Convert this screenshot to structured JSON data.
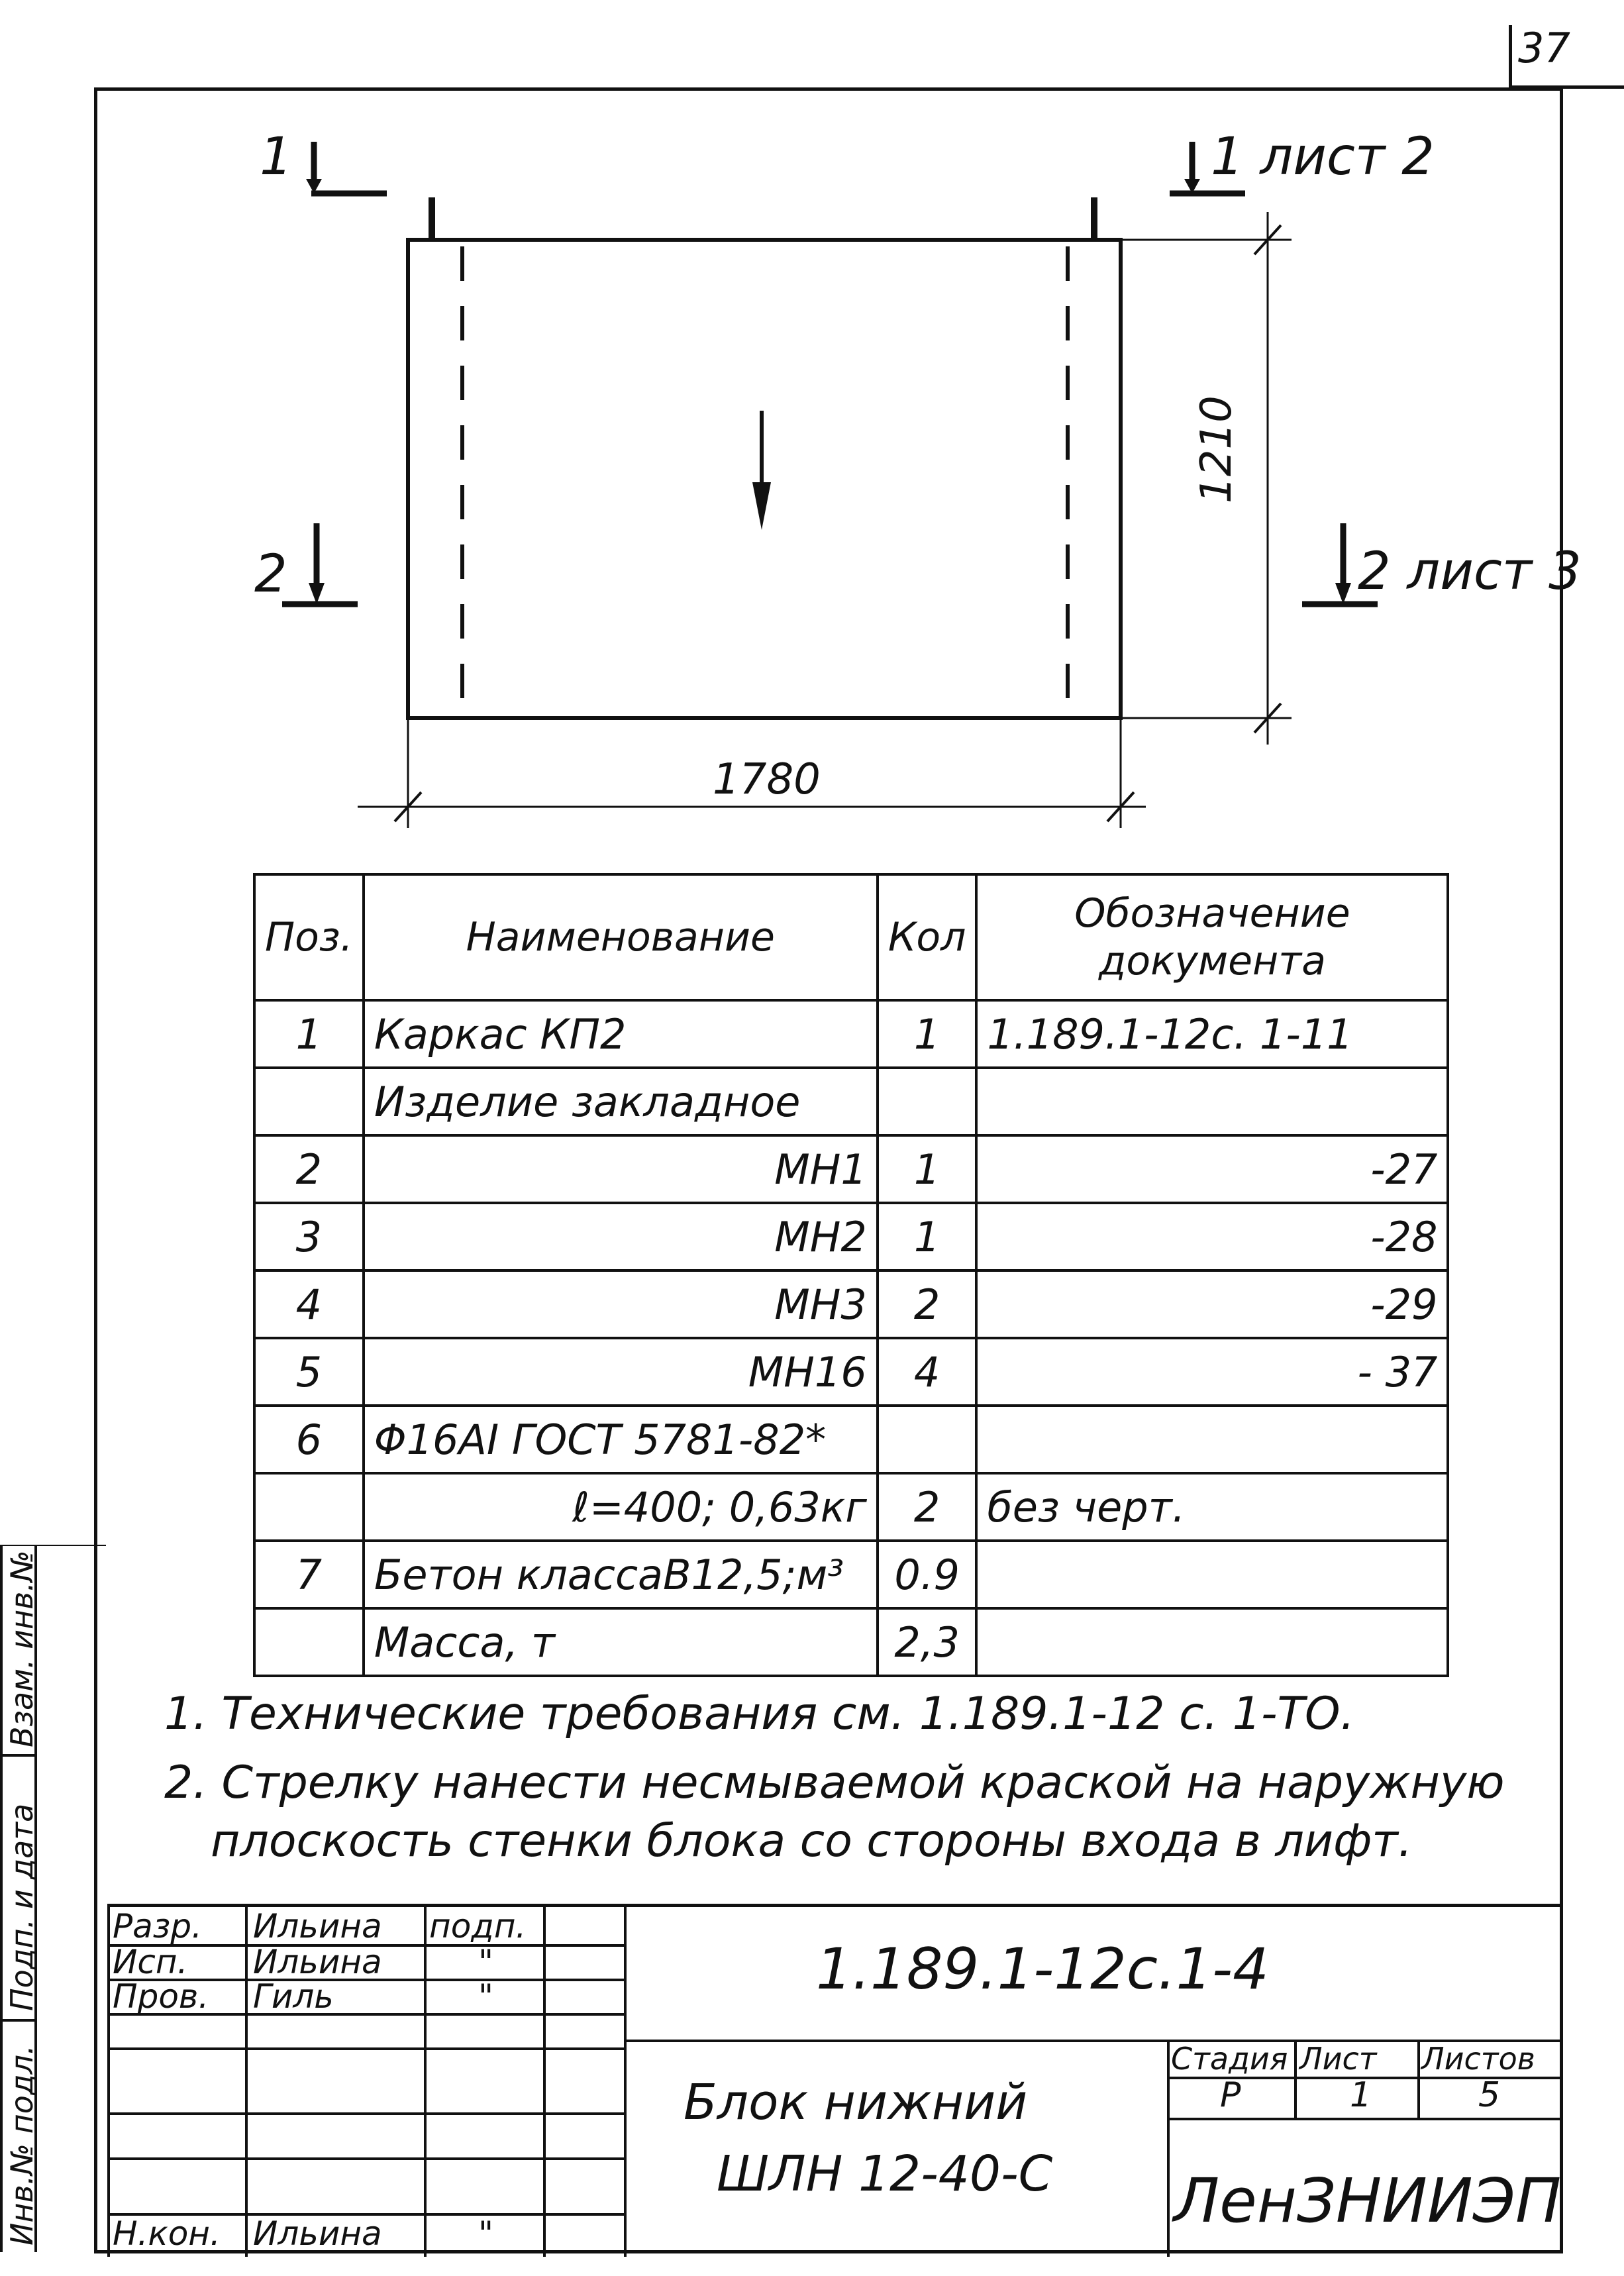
{
  "sheet_number": "37",
  "drawing": {
    "section_1_left": "1",
    "section_1_right": "1 лист 2",
    "section_2_left": "2",
    "section_2_right": "2 лист 3",
    "dim_width": "1780",
    "dim_height": "1210"
  },
  "spec": {
    "headers": {
      "pos": "Поз.",
      "name": "Наименование",
      "qty": "Кол",
      "doc_line1": "Обозначение",
      "doc_line2": "документа"
    },
    "rows": [
      {
        "pos": "1",
        "name": "Каркас  КП2",
        "qty": "1",
        "doc": "1.189.1-12с. 1-11",
        "align": "left",
        "doc_align": "left"
      },
      {
        "pos": "",
        "name": "Изделие закладное",
        "qty": "",
        "doc": "",
        "align": "left",
        "doc_align": "left"
      },
      {
        "pos": "2",
        "name": "МН1",
        "qty": "1",
        "doc": "-27",
        "align": "right",
        "doc_align": "right"
      },
      {
        "pos": "3",
        "name": "МН2",
        "qty": "1",
        "doc": "-28",
        "align": "right",
        "doc_align": "right"
      },
      {
        "pos": "4",
        "name": "МН3",
        "qty": "2",
        "doc": "-29",
        "align": "right",
        "doc_align": "right"
      },
      {
        "pos": "5",
        "name": "МН16",
        "qty": "4",
        "doc": "- 37",
        "align": "right",
        "doc_align": "right"
      },
      {
        "pos": "6",
        "name": "Φ16АI  ГОСТ 5781-82*",
        "qty": "",
        "doc": "",
        "align": "left",
        "doc_align": "left"
      },
      {
        "pos": "",
        "name": "ℓ=400;  0,63кг",
        "qty": "2",
        "doc": "без  черт.",
        "align": "right",
        "doc_align": "left"
      },
      {
        "pos": "7",
        "name": "Бетон классаВ12,5;м³",
        "qty": "0.9",
        "doc": "",
        "align": "left",
        "doc_align": "left"
      },
      {
        "pos": "",
        "name": "Масса, т",
        "qty": "2,3",
        "doc": "",
        "align": "left",
        "doc_align": "left"
      }
    ]
  },
  "notes": [
    "1. Технические требования см. 1.189.1-12 с. 1-ТО.",
    "2. Стрелку нанести несмываемой краской на наружную",
    "плоскость стенки блока со стороны входа в лифт."
  ],
  "title_block": {
    "roles": [
      {
        "role": "Разр.",
        "name": "Ильина",
        "sign": "подп."
      },
      {
        "role": "Исп.",
        "name": "Ильина",
        "sign": "\""
      },
      {
        "role": "Пров.",
        "name": "Гиль",
        "sign": "\""
      },
      {
        "role": "Н.кон.",
        "name": "Ильина",
        "sign": "\""
      }
    ],
    "designation": "1.189.1-12с.1-4",
    "product_line1": "Блок нижний",
    "product_line2": "ШЛН 12-40-С",
    "stage_label": "Стадия",
    "sheet_label": "Лист",
    "sheets_label": "Листов",
    "stage": "Р",
    "sheet": "1",
    "sheets": "5",
    "organization": "ЛенЗНИИЭП"
  },
  "side_stamp": {
    "col1": "Инв.№ подл.",
    "col2": "Подп. и дата",
    "col3": "Взам. инв.№"
  }
}
